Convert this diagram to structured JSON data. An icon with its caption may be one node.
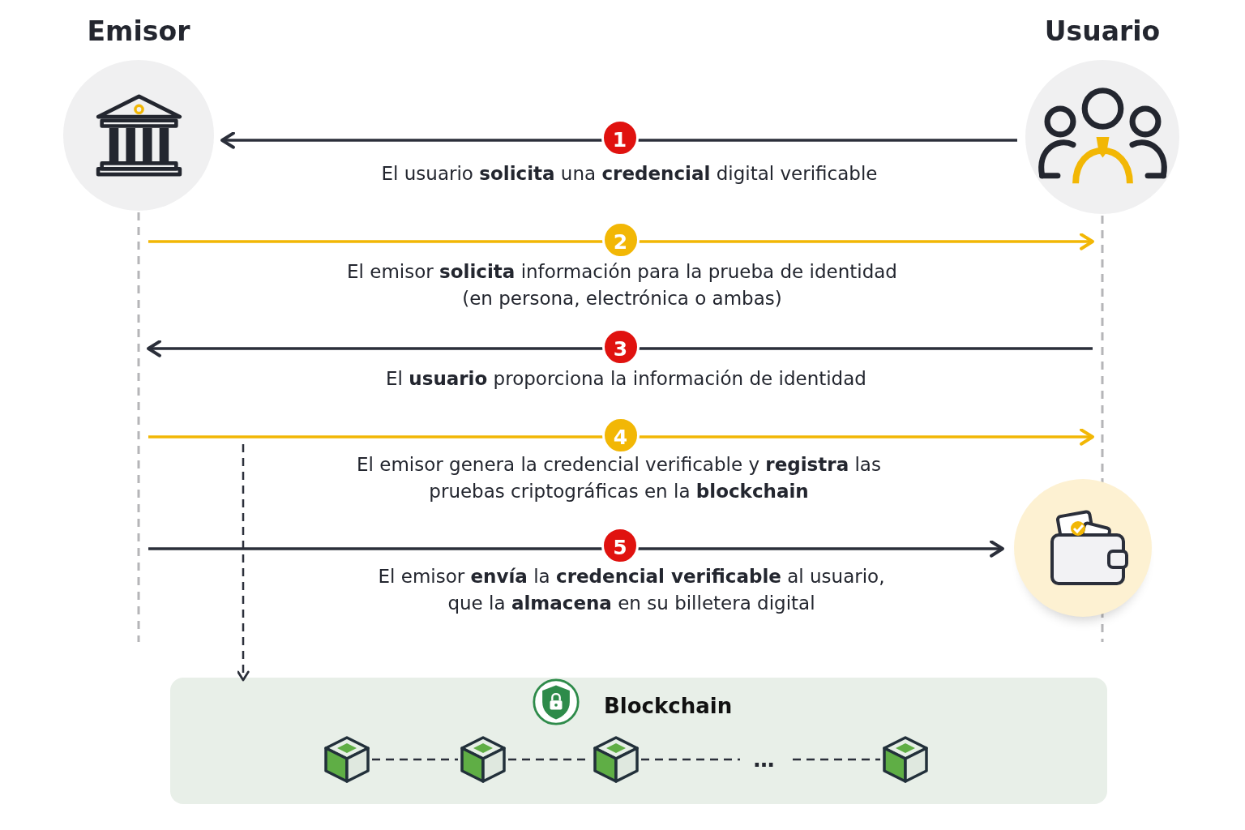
{
  "diagram": {
    "nodes": [
      {
        "text": [
          "Emisor"
        ]
      },
      {
        "text": [
          "Usuario"
        ]
      },
      {
        "text": [],
        "shape": "circle"
      },
      {
        "text": [
          "Blockchain"
        ]
      },
      {
        "text": [],
        "shape": "cube",
        "in": 3
      },
      {
        "text": [],
        "shape": "cube",
        "in": 3
      },
      {
        "text": [],
        "shape": "cube",
        "in": 3
      },
      {
        "text": [],
        "shape": "cube",
        "in": 3
      }
    ],
    "edges": [
      {
        "from": 1,
        "to": 0,
        "arrow": "to",
        "label": "El usuario **solicita** una **credencial** digital verificable"
      },
      {
        "from": 0,
        "to": 1,
        "arrow": "to",
        "color": "#f2b705",
        "label": "El emisor **solicita** información para la prueba de identidad (en persona, electrónica o ambas)"
      },
      {
        "from": 1,
        "to": 0,
        "arrow": "to",
        "label": "El **usuario** proporciona la información de identidad"
      },
      {
        "from": 0,
        "to": 1,
        "arrow": "to",
        "color": "#f2b705",
        "label": "El emisor genera la credencial verificable y **registra** las pruebas criptográficas en la **blockchain**"
      },
      {
        "from": 0,
        "to": 2,
        "arrow": "to",
        "label": "El emisor **envía** la **credencial verificable** al usuario, que la **almacena** en su billetera digital"
      },
      {
        "from": 0,
        "to": 3,
        "arrow": "to",
        "style": "dashed"
      },
      {
        "from": 4,
        "to": 5,
        "arrow": "none",
        "style": "dashed"
      },
      {
        "from": 5,
        "to": 6,
        "arrow": "none",
        "style": "dashed"
      },
      {
        "from": 6,
        "to": 7,
        "arrow": "none",
        "style": "dashed",
        "label": "…"
      }
    ],
    "labels": [
      "1",
      "2",
      "3",
      "4",
      "5"
    ]
  }
}
